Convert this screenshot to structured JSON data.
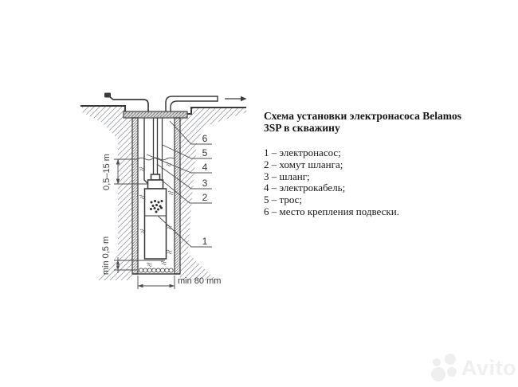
{
  "legend": {
    "title_lines": [
      "Схема установки электронасоса Belamos",
      "3SP в скважину"
    ],
    "items": [
      "1 – электронасос;",
      "2 – хомут шланга;",
      "3 – шланг;",
      "4 – электрокабель;",
      "5 – трос;",
      "6 – место крепления подвески."
    ]
  },
  "diagram": {
    "callouts": [
      "1",
      "2",
      "3",
      "4",
      "5",
      "6"
    ],
    "dimensions": {
      "submersion": "0,5–15 m",
      "bottom_clearance": "min 0,5 m",
      "well_diameter": "min 80 mm"
    },
    "colors": {
      "line": "#3a3a3a",
      "hatch": "#9aa0a6",
      "watermark": "#efefef"
    }
  },
  "watermark": {
    "brand": "Avito"
  }
}
